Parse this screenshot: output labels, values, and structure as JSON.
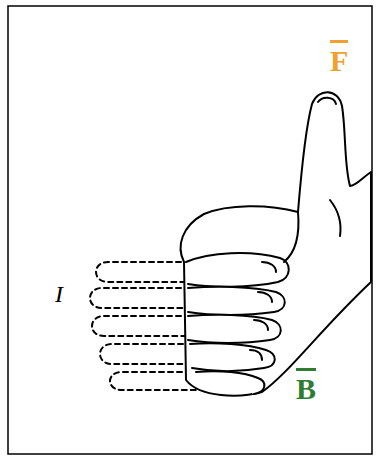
{
  "diagram": {
    "labels": [
      "F",
      "I",
      "B"
    ]
  }
}
